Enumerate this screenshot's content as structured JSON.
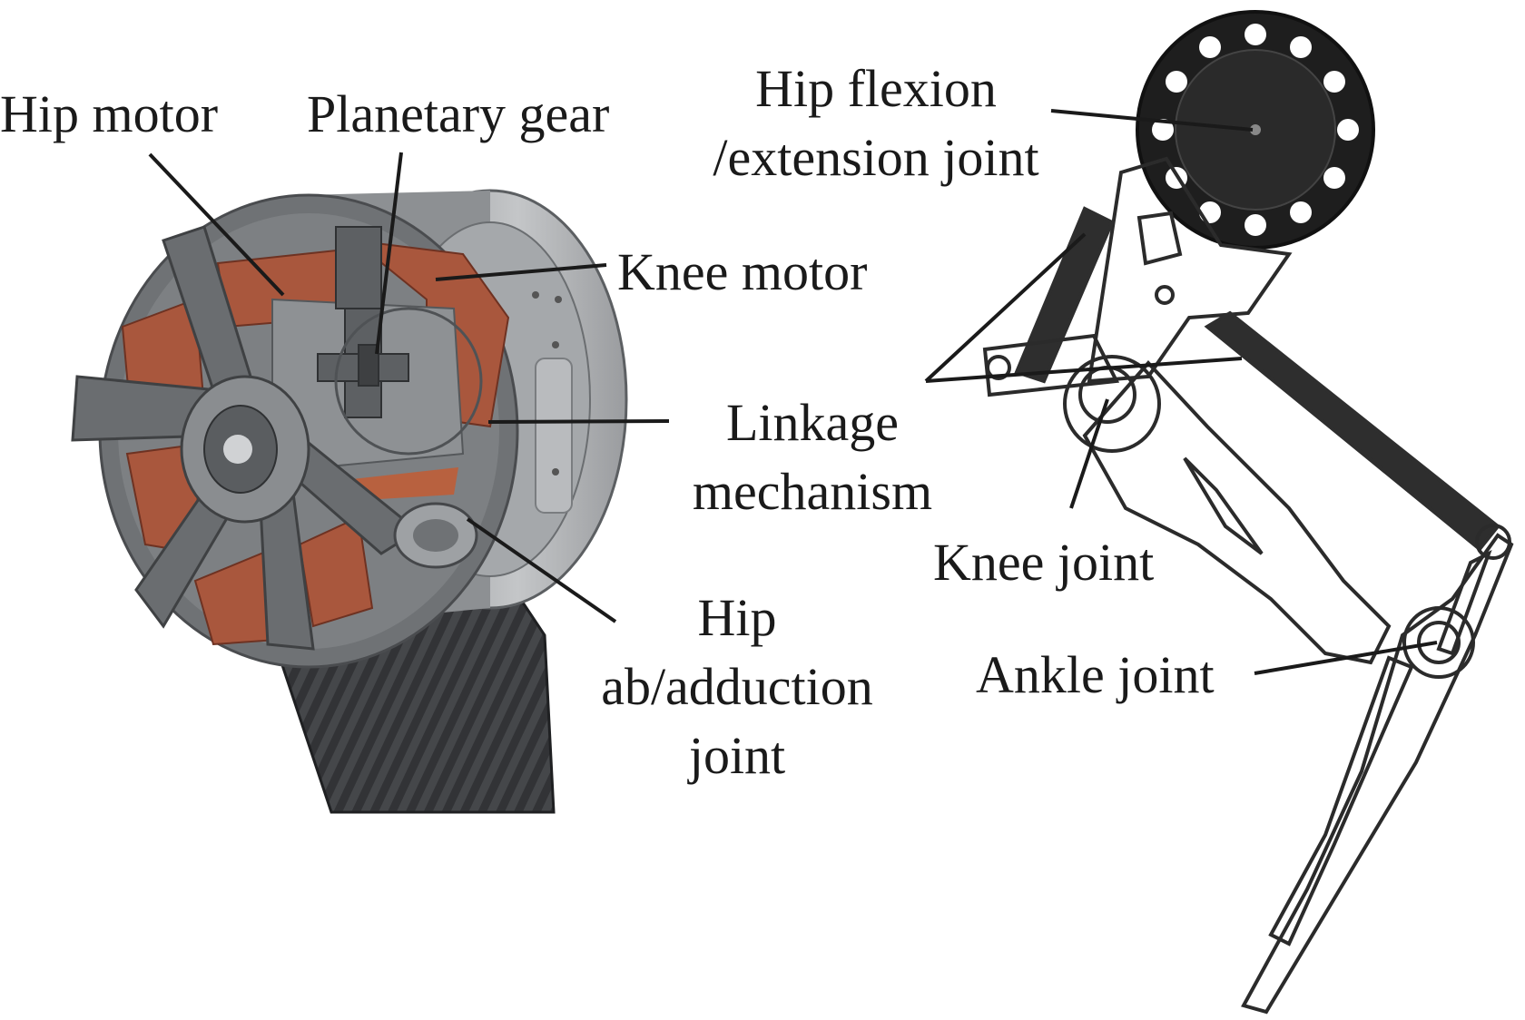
{
  "labels": {
    "hip_motor": "Hip motor",
    "planetary_gear": "Planetary gear",
    "knee_motor": "Knee motor",
    "linkage_line1": "Linkage",
    "linkage_line2": "mechanism",
    "hip_abad_line1": "Hip",
    "hip_abad_line2": "ab/adduction",
    "hip_abad_line3": "joint",
    "hip_flexion_line1": "Hip flexion",
    "hip_flexion_line2": "/extension joint",
    "knee_joint": "Knee joint",
    "ankle_joint": "Ankle joint"
  },
  "colors": {
    "motor_copper": "#a9573d",
    "housing_grey": "#6f7275",
    "carbon_dark": "#2e2f31",
    "leader_line": "#1a1a1a"
  }
}
